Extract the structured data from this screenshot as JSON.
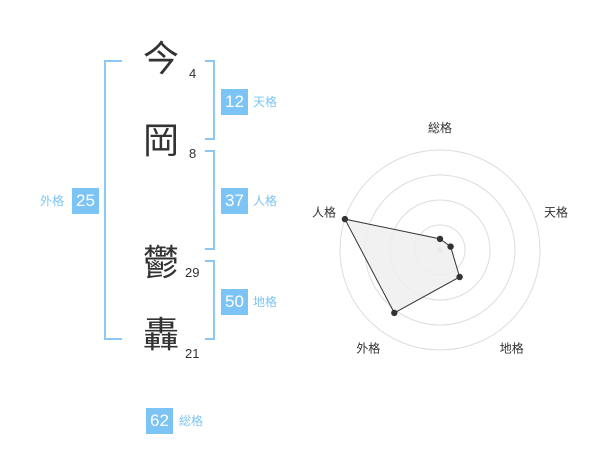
{
  "name": {
    "chars": [
      {
        "char": "今",
        "strokes": "4"
      },
      {
        "char": "岡",
        "strokes": "8"
      },
      {
        "char": "鬱",
        "strokes": "29"
      },
      {
        "char": "轟",
        "strokes": "21"
      }
    ]
  },
  "kakusu": {
    "tenkaku": {
      "value": "12",
      "label": "天格"
    },
    "jinkaku": {
      "value": "37",
      "label": "人格"
    },
    "chikaku": {
      "value": "50",
      "label": "地格"
    },
    "gaikaku": {
      "value": "25",
      "label": "外格"
    },
    "soukaku": {
      "value": "62",
      "label": "総格"
    }
  },
  "chart_data": {
    "type": "radar",
    "axes": [
      "総格",
      "天格",
      "地格",
      "外格",
      "人格"
    ],
    "values": [
      1,
      1,
      2,
      4,
      5
    ],
    "range": [
      0,
      5
    ],
    "rings": 4,
    "colors": {
      "fill": "#efefef",
      "stroke": "#333333",
      "ring": "#dddddd",
      "point": "#333333",
      "accent": "#7cc4f5"
    }
  }
}
